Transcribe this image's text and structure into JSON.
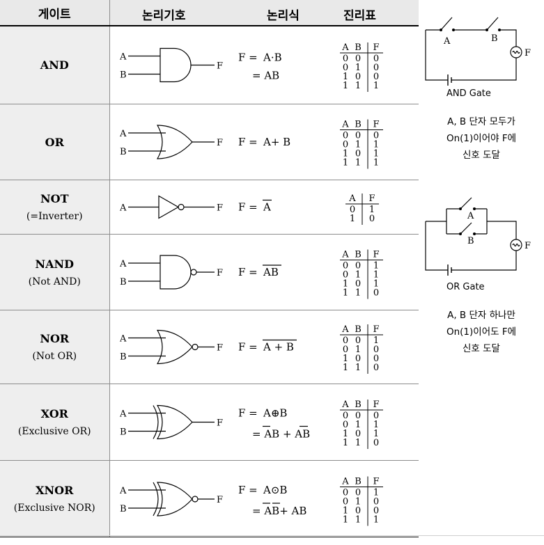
{
  "header": {
    "gate": "게이트",
    "symbol": "논리기호",
    "expression": "논리식",
    "truth_table": "진리표"
  },
  "labels": {
    "a": "A",
    "b": "B",
    "f": "F",
    "fx": "F ="
  },
  "gates": [
    {
      "name": "AND",
      "subtitle": "",
      "expr": [
        [
          "A·B"
        ],
        [
          "= AB"
        ]
      ],
      "tt_header": [
        "A",
        "B",
        "F"
      ],
      "tt_rows": [
        [
          "0",
          "0",
          "0"
        ],
        [
          "0",
          "1",
          "0"
        ],
        [
          "1",
          "0",
          "0"
        ],
        [
          "1",
          "1",
          "1"
        ]
      ]
    },
    {
      "name": "OR",
      "subtitle": "",
      "expr": [
        [
          "A+ B"
        ]
      ],
      "tt_header": [
        "A",
        "B",
        "F"
      ],
      "tt_rows": [
        [
          "0",
          "0",
          "0"
        ],
        [
          "0",
          "1",
          "1"
        ],
        [
          "1",
          "0",
          "1"
        ],
        [
          "1",
          "1",
          "1"
        ]
      ]
    },
    {
      "name": "NOT",
      "subtitle": "(=Inverter)",
      "expr": [
        [
          "A"
        ]
      ],
      "tt_header": [
        "A",
        "F"
      ],
      "tt_rows": [
        [
          "0",
          "1"
        ],
        [
          "1",
          "0"
        ]
      ]
    },
    {
      "name": "NAND",
      "subtitle": "(Not AND)",
      "expr": [
        [
          "AB"
        ]
      ],
      "tt_header": [
        "A",
        "B",
        "F"
      ],
      "tt_rows": [
        [
          "0",
          "0",
          "1"
        ],
        [
          "0",
          "1",
          "1"
        ],
        [
          "1",
          "0",
          "1"
        ],
        [
          "1",
          "1",
          "0"
        ]
      ]
    },
    {
      "name": "NOR",
      "subtitle": "(Not OR)",
      "expr": [
        [
          "A + B"
        ]
      ],
      "tt_header": [
        "A",
        "B",
        "F"
      ],
      "tt_rows": [
        [
          "0",
          "0",
          "1"
        ],
        [
          "0",
          "1",
          "0"
        ],
        [
          "1",
          "0",
          "0"
        ],
        [
          "1",
          "1",
          "0"
        ]
      ]
    },
    {
      "name": "XOR",
      "subtitle": "(Exclusive OR)",
      "expr": [
        [
          "A⊕B"
        ],
        [
          "= AB + AB"
        ]
      ],
      "tt_header": [
        "A",
        "B",
        "F"
      ],
      "tt_rows": [
        [
          "0",
          "0",
          "0"
        ],
        [
          "0",
          "1",
          "1"
        ],
        [
          "1",
          "0",
          "1"
        ],
        [
          "1",
          "1",
          "0"
        ]
      ]
    },
    {
      "name": "XNOR",
      "subtitle": "(Exclusive NOR)",
      "expr": [
        [
          "A⊙B"
        ],
        [
          "= AB+ AB"
        ]
      ],
      "tt_header": [
        "A",
        "B",
        "F"
      ],
      "tt_rows": [
        [
          "0",
          "0",
          "1"
        ],
        [
          "0",
          "1",
          "0"
        ],
        [
          "1",
          "0",
          "0"
        ],
        [
          "1",
          "1",
          "1"
        ]
      ]
    }
  ],
  "side": {
    "and_caption": "AND Gate",
    "and_desc": [
      "A, B 단자 모두가",
      "On(1)이어야 F에",
      "신호 도달"
    ],
    "or_caption": "OR Gate",
    "or_desc": [
      "A, B 단자 하나만",
      "On(1)이어도 F에",
      "신호 도달"
    ]
  }
}
